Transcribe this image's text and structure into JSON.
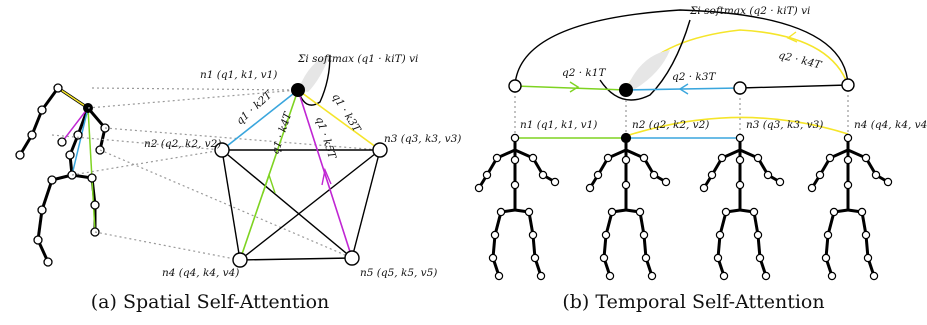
{
  "captions": {
    "spatial": "(a) Spatial Self-Attention",
    "temporal": "(b) Temporal Self-Attention"
  },
  "spatial": {
    "formula": "Σi softmax (q1 · kiT) vi",
    "nodes": {
      "n1": "n1 (q1, k1, v1)",
      "n2": "n2 (q2, k2, v2)",
      "n3": "n3 (q3, k3, v3)",
      "n4": "n4 (q4, k4, v4)",
      "n5": "n5 (q5, k5, v5)"
    },
    "edge_labels": {
      "q1k2": "q1 · k2T",
      "q1k3": "q1 · k3T",
      "q1k4": "q1 · k4T",
      "q1k5": "q1 · k5T"
    }
  },
  "temporal": {
    "formula": "Σi softmax (q2 · kiT) vi",
    "nodes": {
      "n1": "n1 (q1, k1, v1)",
      "n2": "n2 (q2, k2, v2)",
      "n3": "n3 (q3, k3, v3)",
      "n4": "n4 (q4, k4, v4)"
    },
    "edge_labels": {
      "q2k1": "q2 · k1T",
      "q2k3": "q2 · k3T",
      "q2k4": "q2 · k4T"
    }
  },
  "colors": {
    "green": "#7ed321",
    "blue": "#3aa6dd",
    "yellow": "#f5e52a",
    "purple": "#c026d3",
    "black": "#000000",
    "grey_dotted": "#9a9a9a",
    "shade": "#e6e6e6"
  }
}
